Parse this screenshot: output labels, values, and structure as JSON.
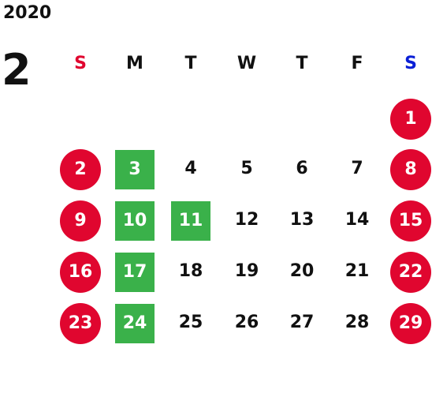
{
  "year": "2020",
  "month": "2",
  "weekdays": [
    {
      "label": "S",
      "color": "#e0062f"
    },
    {
      "label": "M",
      "color": "#111111"
    },
    {
      "label": "T",
      "color": "#111111"
    },
    {
      "label": "W",
      "color": "#111111"
    },
    {
      "label": "T",
      "color": "#111111"
    },
    {
      "label": "F",
      "color": "#111111"
    },
    {
      "label": "S",
      "color": "#0a1fd6"
    }
  ],
  "weeks": [
    [
      null,
      null,
      null,
      null,
      null,
      null,
      {
        "day": "1",
        "style": "red"
      }
    ],
    [
      {
        "day": "2",
        "style": "red"
      },
      {
        "day": "3",
        "style": "green"
      },
      {
        "day": "4"
      },
      {
        "day": "5"
      },
      {
        "day": "6"
      },
      {
        "day": "7"
      },
      {
        "day": "8",
        "style": "red"
      }
    ],
    [
      {
        "day": "9",
        "style": "red"
      },
      {
        "day": "10",
        "style": "green"
      },
      {
        "day": "11",
        "style": "green"
      },
      {
        "day": "12"
      },
      {
        "day": "13"
      },
      {
        "day": "14"
      },
      {
        "day": "15",
        "style": "red"
      }
    ],
    [
      {
        "day": "16",
        "style": "red"
      },
      {
        "day": "17",
        "style": "green"
      },
      {
        "day": "18"
      },
      {
        "day": "19"
      },
      {
        "day": "20"
      },
      {
        "day": "21"
      },
      {
        "day": "22",
        "style": "red"
      }
    ],
    [
      {
        "day": "23",
        "style": "red"
      },
      {
        "day": "24",
        "style": "green"
      },
      {
        "day": "25"
      },
      {
        "day": "26"
      },
      {
        "day": "27"
      },
      {
        "day": "28"
      },
      {
        "day": "29",
        "style": "red"
      }
    ]
  ],
  "colors": {
    "holiday_red": "#e0062f",
    "closed_green": "#3ab14a"
  }
}
